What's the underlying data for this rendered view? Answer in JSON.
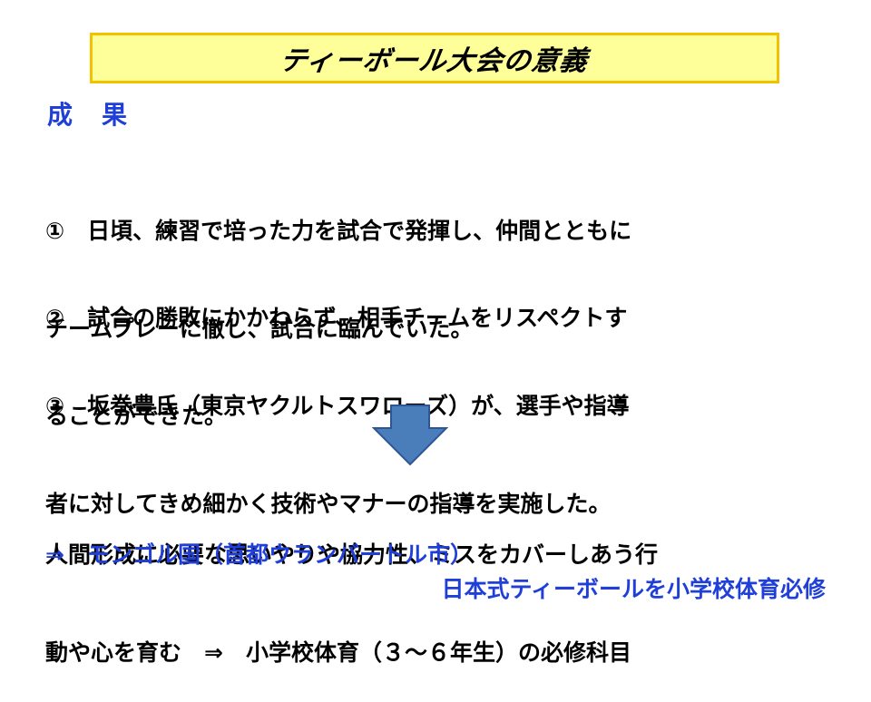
{
  "title": "ティーボール大会の意義",
  "heading": "成　果",
  "items": [
    {
      "line1": "①　日頃、練習で培った力を試合で発揮し、仲間とともに",
      "line2": "チームプレーに徹し、試合に臨んでいた。"
    },
    {
      "line1": "②　試合の勝敗にかかわらず、相手チームをリスペクトす",
      "line2": "ることができた。"
    },
    {
      "line1": "③　坂巻豊氏（東京ヤクルトスワローズ）が、選手や指導",
      "line2": "者に対してきめ細かく技術やマナーの指導を実施した。"
    }
  ],
  "summary": {
    "line1": "人間形成に必要な思いやりや協力性、ミスをカバーしあう行",
    "line2": "動や心を育む　⇒　小学校体育（３～６年生）の必修科目"
  },
  "mongolia": {
    "line1": "⇒　モンゴル国（首都ウランバートル市）",
    "line2": "日本式ティーボールを小学校体育必修"
  },
  "colors": {
    "title_bg": "#ffff99",
    "title_border": "#f2c200",
    "accent_blue": "#1f3fd8",
    "arrow_fill": "#4a7ebb",
    "arrow_stroke": "#2f5597"
  },
  "icons": {
    "arrow": "down-arrow-icon"
  }
}
